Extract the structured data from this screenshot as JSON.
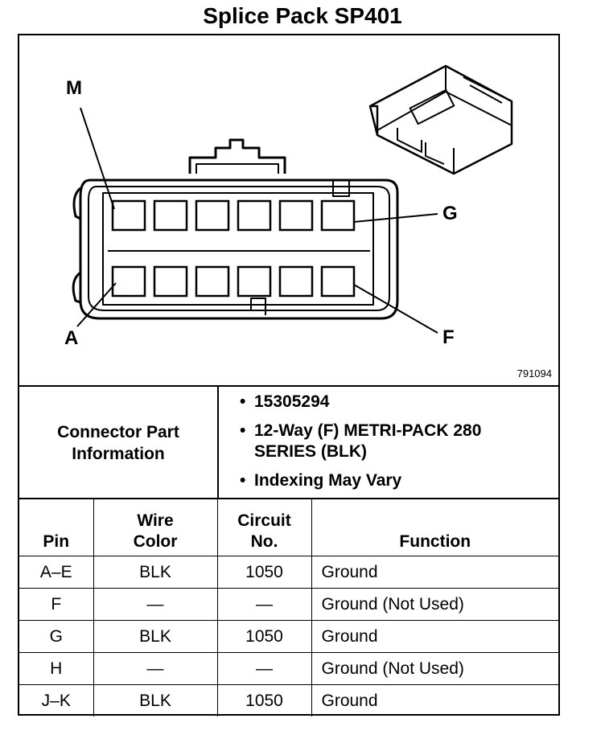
{
  "title": "Splice Pack SP401",
  "diagram": {
    "figure_number": "791094",
    "pin_labels": {
      "top_left": "M",
      "bottom_left": "A",
      "top_right": "G",
      "bottom_right": "F"
    }
  },
  "connector_info": {
    "heading_line1": "Connector Part",
    "heading_line2": "Information",
    "bullets": [
      {
        "line1": "15305294",
        "line2": ""
      },
      {
        "line1": "12-Way (F) METRI-PACK 280",
        "line2": "SERIES (BLK)"
      },
      {
        "line1": "Indexing May Vary",
        "line2": ""
      }
    ]
  },
  "pin_table": {
    "headers": {
      "pin": "Pin",
      "wire_color_line1": "Wire",
      "wire_color_line2": "Color",
      "circuit_line1": "Circuit",
      "circuit_line2": "No.",
      "function": "Function"
    },
    "rows": [
      {
        "pin": "A–E",
        "wire_color": "BLK",
        "circuit": "1050",
        "function": "Ground"
      },
      {
        "pin": "F",
        "wire_color": "—",
        "circuit": "—",
        "function": "Ground (Not Used)"
      },
      {
        "pin": "G",
        "wire_color": "BLK",
        "circuit": "1050",
        "function": "Ground"
      },
      {
        "pin": "H",
        "wire_color": "—",
        "circuit": "—",
        "function": "Ground (Not Used)"
      },
      {
        "pin": "J–K",
        "wire_color": "BLK",
        "circuit": "1050",
        "function": "Ground"
      }
    ]
  }
}
